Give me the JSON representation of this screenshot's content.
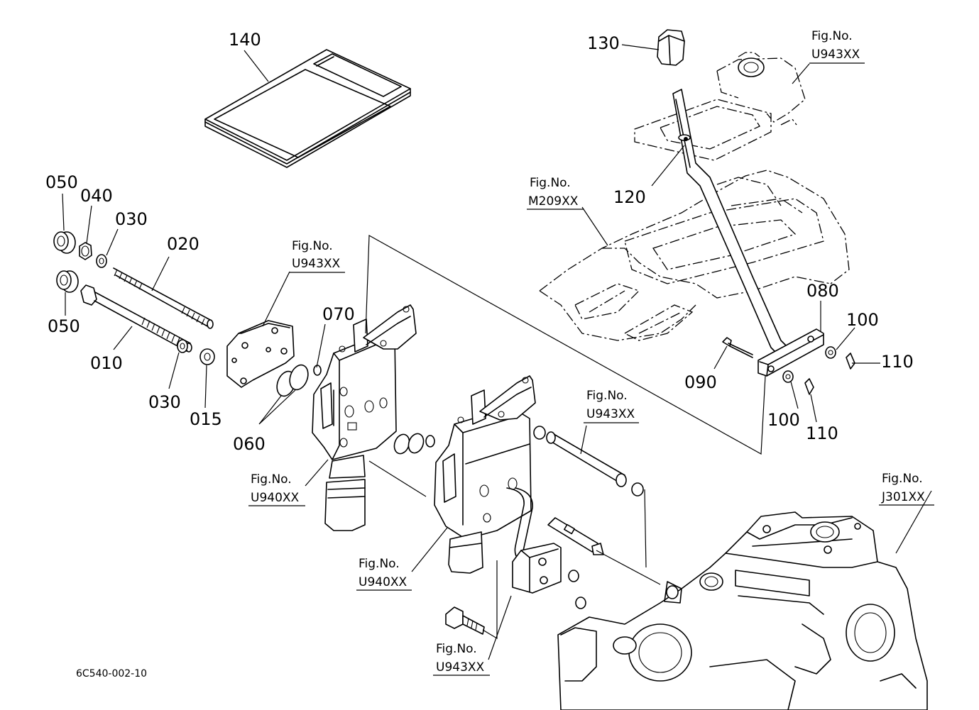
{
  "diagram": {
    "reference_code": "6C540-002-10",
    "part_labels": {
      "p010": "010",
      "p015": "015",
      "p020": "020",
      "p030a": "030",
      "p030b": "030",
      "p040": "040",
      "p050a": "050",
      "p050b": "050",
      "p060": "060",
      "p070": "070",
      "p080": "080",
      "p090": "090",
      "p100a": "100",
      "p100b": "100",
      "p110a": "110",
      "p110b": "110",
      "p120": "120",
      "p130": "130",
      "p140": "140"
    },
    "figure_refs": {
      "tr_u943": {
        "line1": "Fig.No.",
        "line2": "U943XX"
      },
      "m209": {
        "line1": "Fig.No.",
        "line2": "M209XX"
      },
      "mid_u943": {
        "line1": "Fig.No.",
        "line2": "U943XX"
      },
      "right_u943": {
        "line1": "Fig.No.",
        "line2": "U943XX"
      },
      "u940a": {
        "line1": "Fig.No.",
        "line2": "U940XX"
      },
      "u940b": {
        "line1": "Fig.No.",
        "line2": "U940XX"
      },
      "j301": {
        "line1": "Fig.No.",
        "line2": "J301XX"
      },
      "bot_u943": {
        "line1": "Fig.No.",
        "line2": "U943XX"
      }
    }
  }
}
